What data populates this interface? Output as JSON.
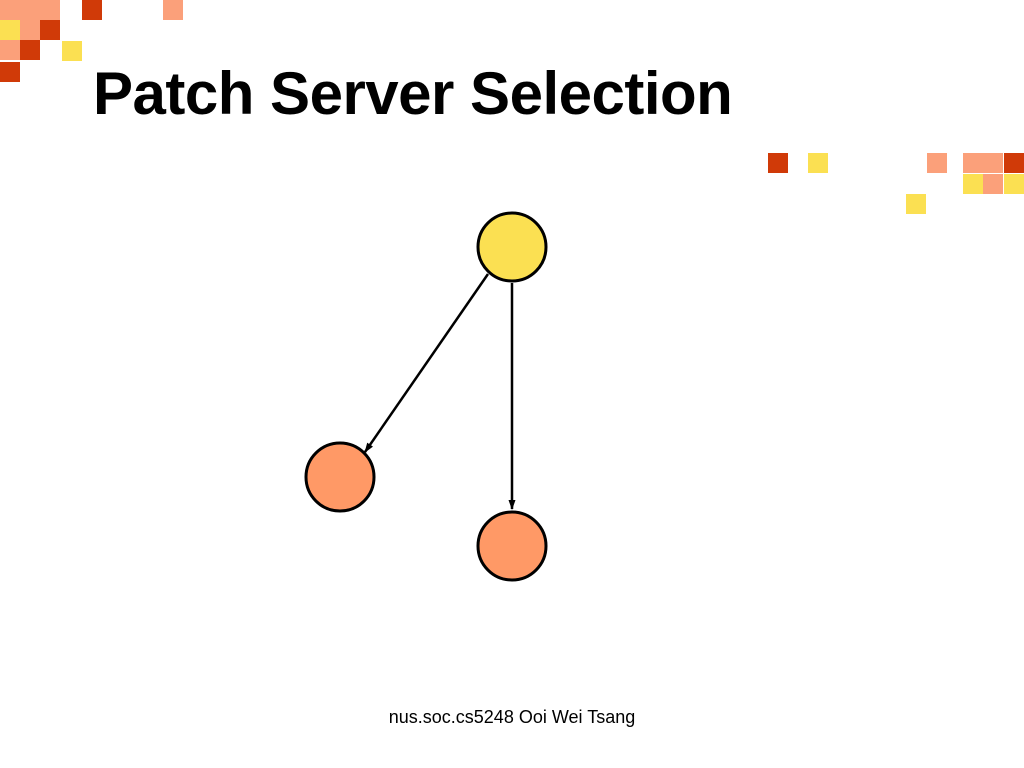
{
  "slide": {
    "title": "Patch Server Selection",
    "footer": "nus.soc.cs5248 Ooi Wei Tsang"
  },
  "colors": {
    "background": "#ffffff",
    "source_node": "#fbe052",
    "peer_node": "#ff9966",
    "dark_orange": "#d03a08",
    "light_orange": "#fba07a",
    "yellow": "#fbe052",
    "outline": "#000000"
  },
  "diagram": {
    "nodes": [
      {
        "id": "source",
        "color_key": "source_node"
      },
      {
        "id": "peer-left",
        "color_key": "peer_node"
      },
      {
        "id": "peer-bottom",
        "color_key": "peer_node"
      }
    ],
    "edges": [
      {
        "from": "source",
        "to": "peer-left",
        "directed": true
      },
      {
        "from": "source",
        "to": "peer-bottom",
        "directed": true
      }
    ]
  }
}
